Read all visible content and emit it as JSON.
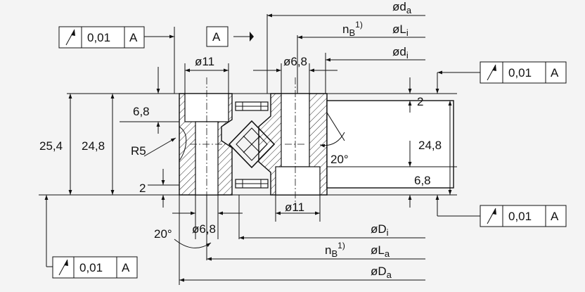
{
  "dimensions": {
    "height_outer": "25,4",
    "height_inner": "24,8",
    "height_right": "24,8",
    "step_top": "6,8",
    "step_right": "6,8",
    "radius": "R5",
    "offset_left": "2",
    "offset_right": "2",
    "bore_top": "ø11",
    "bore_bottom": "ø11",
    "hole_top": "ø6,8",
    "hole_bottom": "ø6,8",
    "angle_left": "20°",
    "angle_right": "20°"
  },
  "diameters": {
    "da": "ød",
    "da_sub": "a",
    "Li": "øL",
    "Li_sub": "i",
    "di": "ød",
    "di_sub": "i",
    "Di": "øD",
    "Di_sub": "i",
    "La": "øL",
    "La_sub": "a",
    "Da": "øD",
    "Da_sub": "a",
    "nB_top": "n",
    "nB_top_sub": "B",
    "nB_top_sup": "1)",
    "nB_bottom": "n",
    "nB_bottom_sub": "B",
    "nB_bottom_sup": "1)"
  },
  "datum": {
    "label": "A"
  },
  "tolerance_frames": [
    {
      "value": "0,01",
      "datum": "A"
    },
    {
      "value": "0,01",
      "datum": "A"
    },
    {
      "value": "0,01",
      "datum": "A"
    },
    {
      "value": "0,01",
      "datum": "A"
    }
  ]
}
